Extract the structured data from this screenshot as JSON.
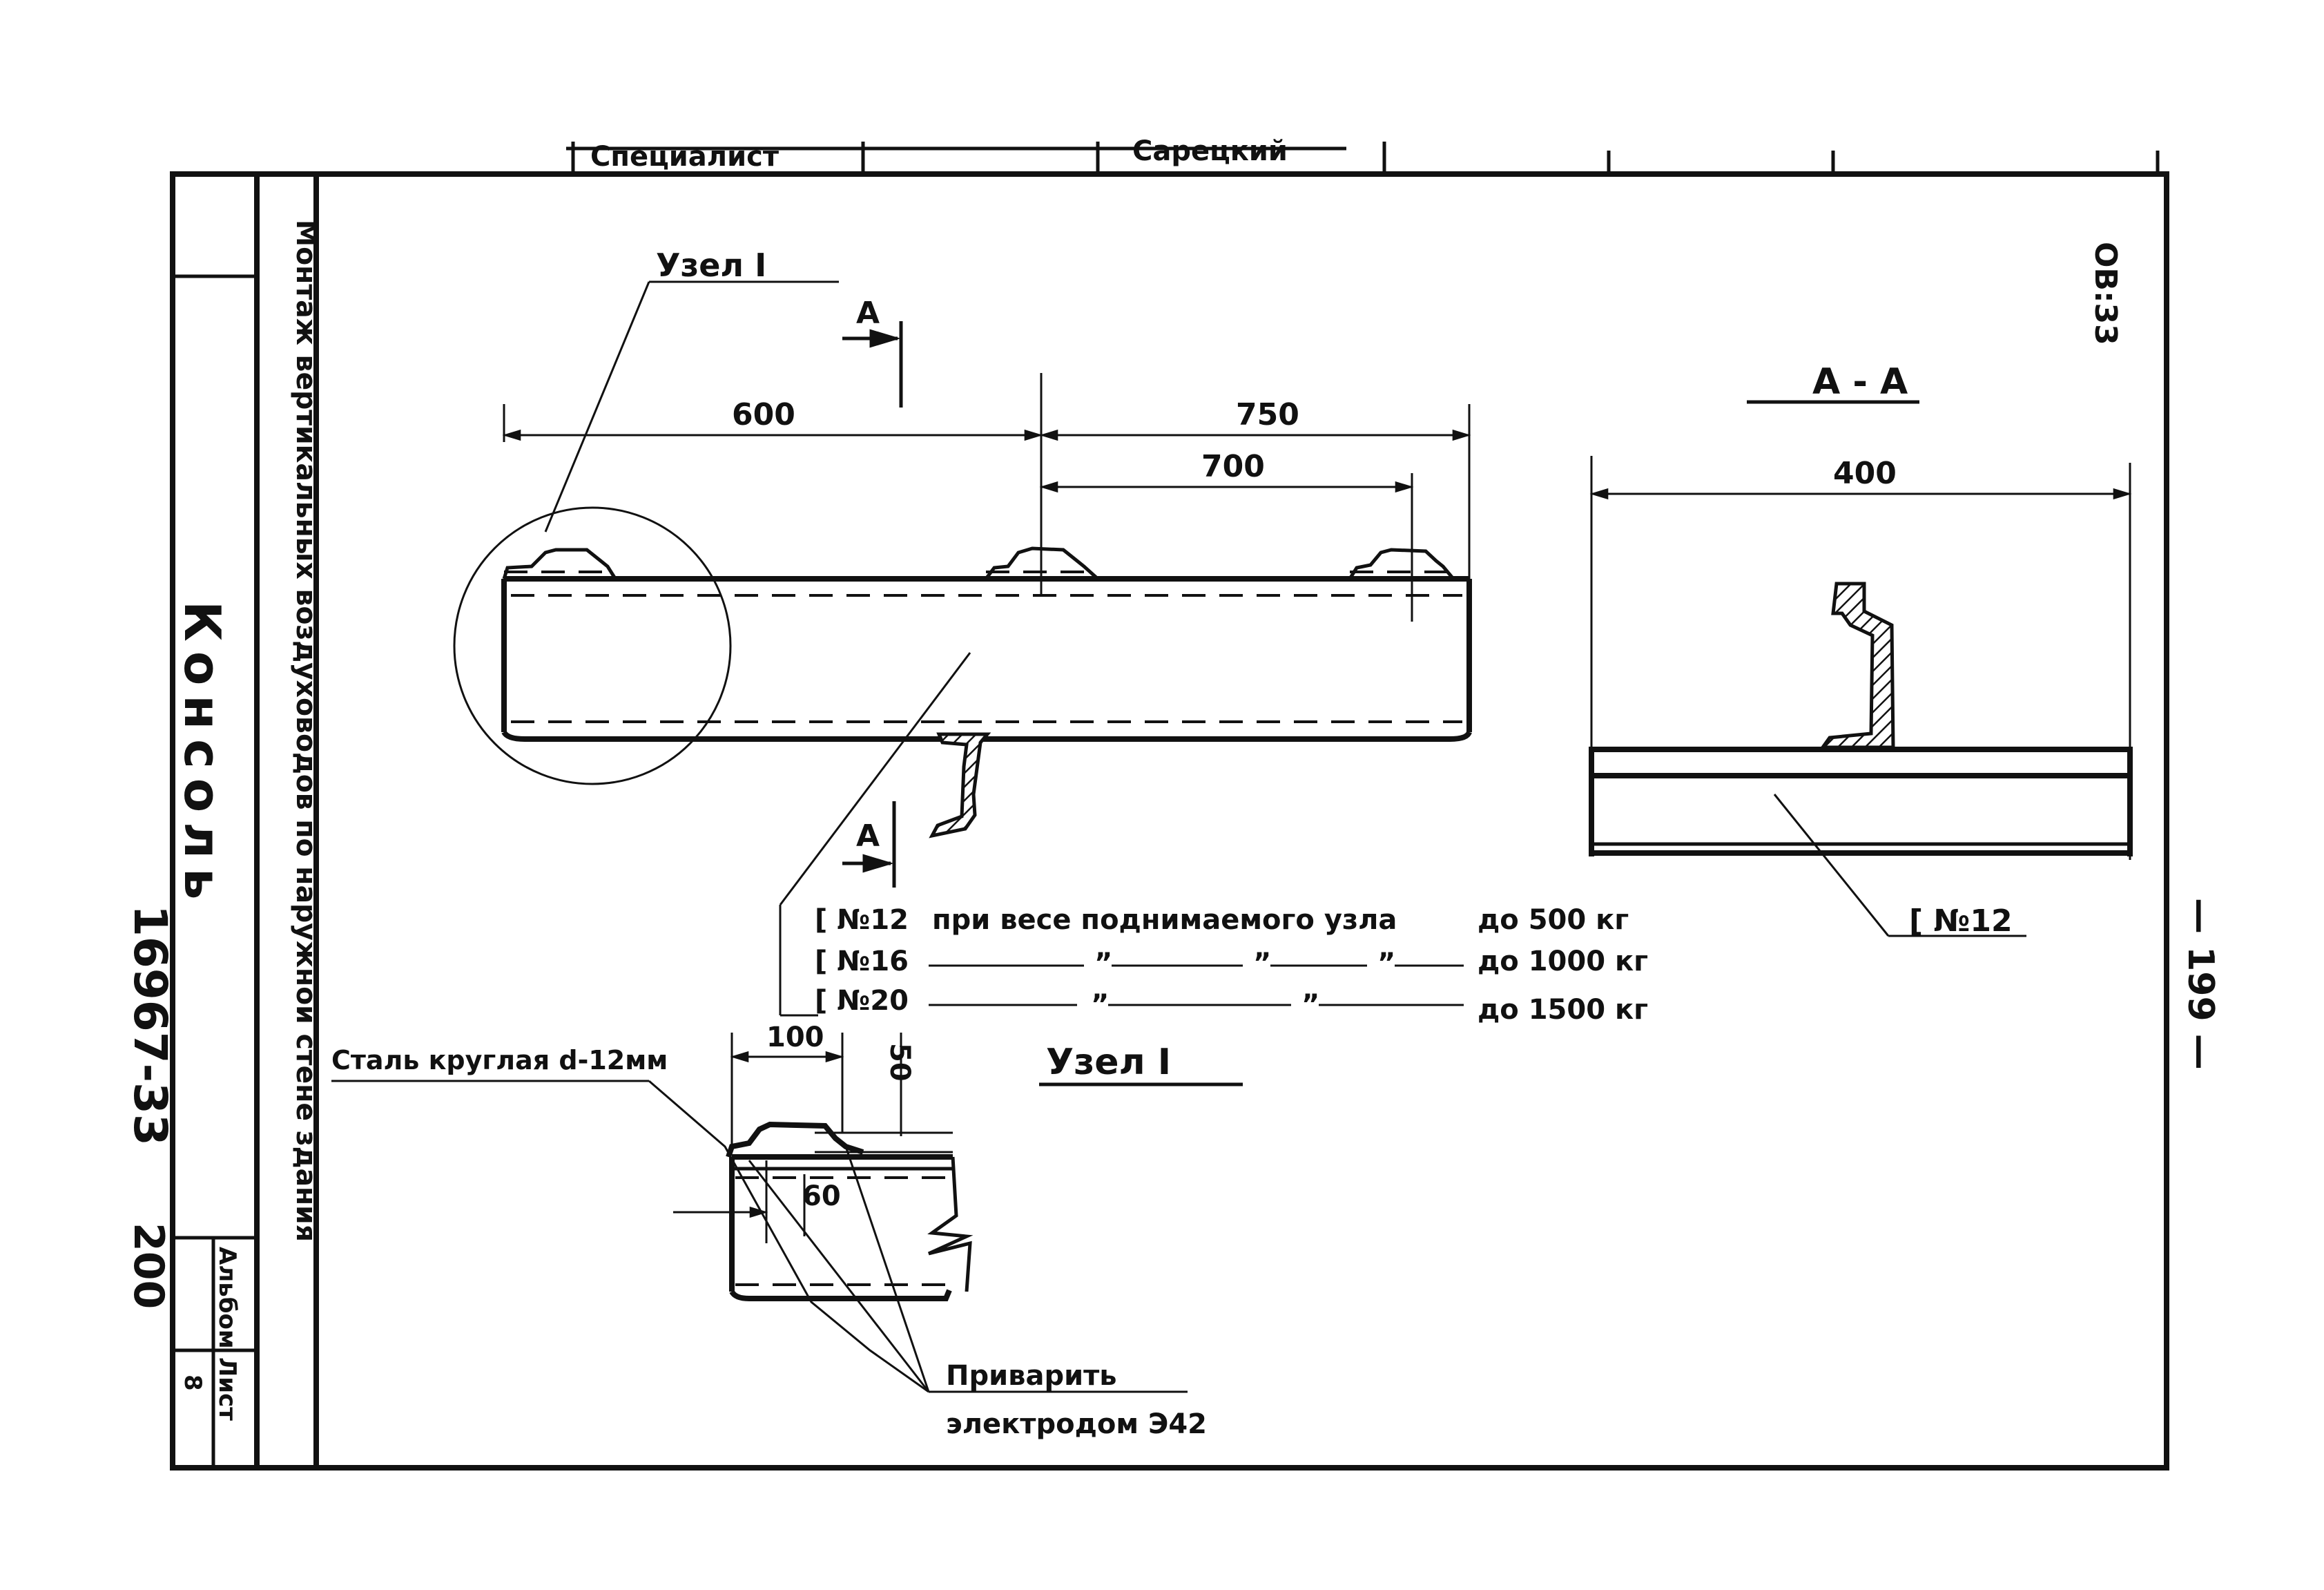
{
  "top_strip": {
    "specialist": "Специалист",
    "designers": "Сарецкий"
  },
  "right_margin": {
    "code": "ОВ:33",
    "page_number": "— 199 —"
  },
  "title_block": {
    "subject": "Монтаж вертикальных воздуховодов по наружной стене здания",
    "title": "Консоль",
    "project_number": "16967-33",
    "album_label": "Альбом",
    "album_value": "",
    "sheet_label": "Лист",
    "sheet_value": "8",
    "bottom_number": "200"
  },
  "main_view": {
    "node_label": "Узел I",
    "section_mark": "А",
    "dim_600": "600",
    "dim_750": "750",
    "dim_700": "700"
  },
  "section_view": {
    "title": "А - А",
    "dim_400": "400",
    "channel_label": "[ №12"
  },
  "channel_table": [
    {
      "channel": "[ №12",
      "text": "при весе поднимаемого узла",
      "limit": "до 500 кг"
    },
    {
      "channel": "[ №16",
      "text": "",
      "limit": "до 1000 кг"
    },
    {
      "channel": "[ №20",
      "text": "",
      "limit": "до 1500 кг"
    }
  ],
  "ditto_mark": "”",
  "detail_view": {
    "title": "Узел I",
    "steel_label": "Сталь круглая d-12мм",
    "dim_100": "100",
    "dim_50": "50",
    "dim_60": "60",
    "weld_line1": "Приварить",
    "weld_line2": "электродом Э42"
  }
}
